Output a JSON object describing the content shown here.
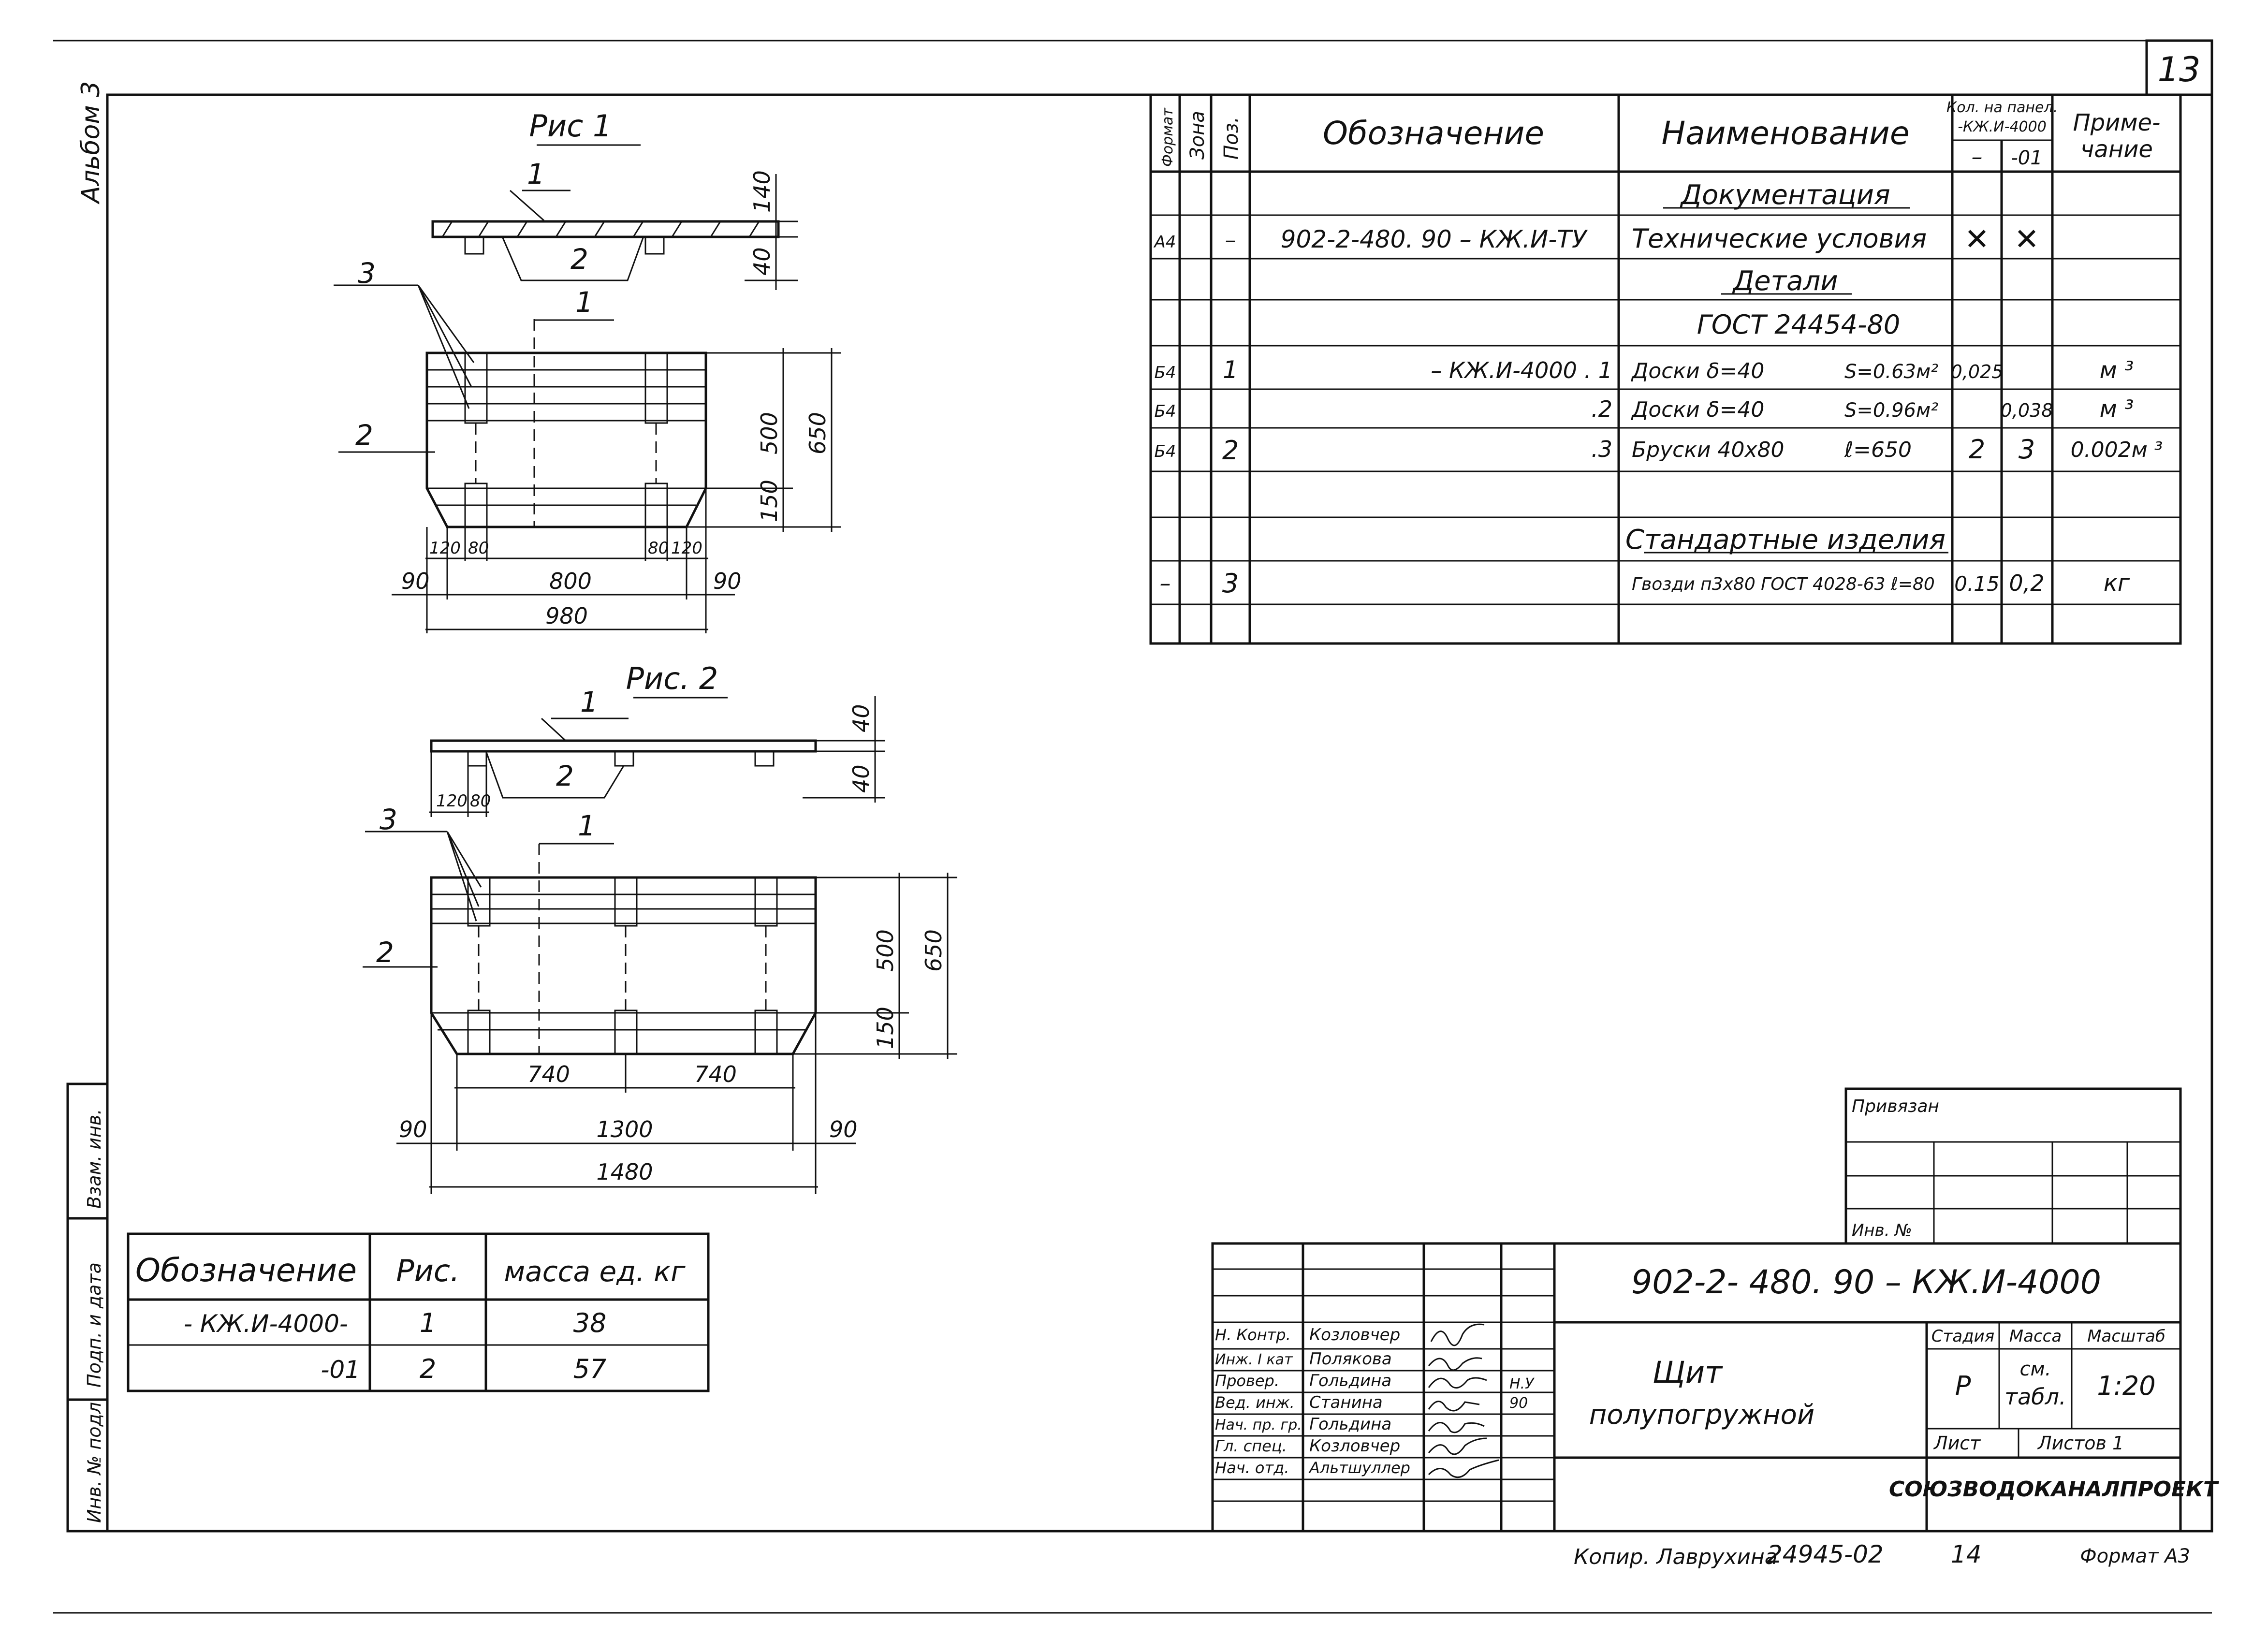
{
  "sheet": {
    "page_number": "13",
    "album_label": "Альбом 3",
    "fig1_title": "Рис 1",
    "fig2_title": "Рис. 2"
  },
  "fig1": {
    "dim_140": "140",
    "dim_40": "40",
    "dim_500": "500",
    "dim_650": "650",
    "dim_150": "150",
    "dim_120a": "120",
    "dim_80a": "80",
    "dim_80b": "80",
    "dim_120b": "120",
    "dim_90a": "90",
    "dim_800": "800",
    "dim_90b": "90",
    "dim_980": "980",
    "pos1_top": "1",
    "pos2_top": "2",
    "pos3": "3",
    "pos1_plan": "1",
    "pos2_plan": "2"
  },
  "fig2": {
    "dim_40a": "40",
    "dim_40b": "40",
    "dim_120": "120",
    "dim_80": "80",
    "dim_500": "500",
    "dim_650": "650",
    "dim_150": "150",
    "dim_740a": "740",
    "dim_740b": "740",
    "dim_90a": "90",
    "dim_1300": "1300",
    "dim_90b": "90",
    "dim_1480": "1480",
    "pos1_top": "1",
    "pos2_top": "2",
    "pos3": "3",
    "pos1_plan": "1",
    "pos2_plan": "2"
  },
  "spec": {
    "headers": {
      "format": "Формат",
      "zone": "Зона",
      "pos": "Поз.",
      "designation": "Обозначение",
      "name": "Наименование",
      "qty_title": "Кол. на панел.",
      "qty_sub": "-КЖ.И-4000",
      "qty_col1": "–",
      "qty_col2": "-01",
      "note1": "Приме-",
      "note2": "чание"
    },
    "rows": [
      {
        "format": "",
        "zone": "",
        "pos": "",
        "designation": "",
        "name": "Документация",
        "s": "",
        "q1": "",
        "q2": "",
        "note": ""
      },
      {
        "format": "А4",
        "zone": "",
        "pos": "–",
        "designation": "902-2-480. 90 – КЖ.И-ТУ",
        "name": "Технические условия",
        "s": "",
        "q1": "✕",
        "q2": "✕",
        "note": ""
      },
      {
        "format": "",
        "zone": "",
        "pos": "",
        "designation": "",
        "name": "Детали",
        "s": "",
        "q1": "",
        "q2": "",
        "note": ""
      },
      {
        "format": "",
        "zone": "",
        "pos": "",
        "designation": "",
        "name": "ГОСТ 24454-80",
        "s": "",
        "q1": "",
        "q2": "",
        "note": ""
      },
      {
        "format": "Б4",
        "zone": "",
        "pos": "1",
        "designation": "– КЖ.И-4000 . 1",
        "name": "Доски δ=40",
        "s": "S=0.63м²",
        "q1": "0,025",
        "q2": "",
        "note": "м ³"
      },
      {
        "format": "Б4",
        "zone": "",
        "pos": "",
        "designation": ".2",
        "name": "Доски δ=40",
        "s": "S=0.96м²",
        "q1": "",
        "q2": "0,038",
        "note": "м ³"
      },
      {
        "format": "Б4",
        "zone": "",
        "pos": "2",
        "designation": ".3",
        "name": "Бруски 40х80",
        "s": "ℓ=650",
        "q1": "2",
        "q2": "3",
        "note": "0.002м ³"
      },
      {
        "format": "",
        "zone": "",
        "pos": "",
        "designation": "",
        "name": "",
        "s": "",
        "q1": "",
        "q2": "",
        "note": ""
      },
      {
        "format": "",
        "zone": "",
        "pos": "",
        "designation": "",
        "name": "Стандартные изделия",
        "s": "",
        "q1": "",
        "q2": "",
        "note": ""
      },
      {
        "format": "–",
        "zone": "",
        "pos": "3",
        "designation": "",
        "name": "Гвозди п3х80 ГОСТ 4028-63 ℓ=80",
        "s": "",
        "q1": "0.15",
        "q2": "0,2",
        "note": "кг"
      },
      {
        "format": "",
        "zone": "",
        "pos": "",
        "designation": "",
        "name": "",
        "s": "",
        "q1": "",
        "q2": "",
        "note": ""
      }
    ]
  },
  "mass_table": {
    "headers": [
      "Обозначение",
      "Рис.",
      "масса ед. кг"
    ],
    "rows": [
      [
        "- КЖ.И-4000-",
        "1",
        "38"
      ],
      [
        "-01",
        "2",
        "57"
      ]
    ]
  },
  "left_strip": [
    "Взам. инв.",
    "Подп. и дата",
    "Инв. № подл."
  ],
  "tie_block": {
    "title": "Привязан",
    "inv": "Инв. №"
  },
  "title_block": {
    "code": "902-2- 480. 90 – КЖ.И-4000",
    "name1": "Щит",
    "name2": "полупогружной",
    "stage_label": "Стадия",
    "mass_label": "Масса",
    "scale_label": "Масштаб",
    "stage": "Р",
    "mass1": "см.",
    "mass2": "табл.",
    "scale": "1:20",
    "sheet_label": "Лист",
    "sheets_label": "Листов 1",
    "org": "СОЮЗВОДОКАНАЛПРОЕКТ",
    "nv1": "Н.У",
    "nv2": "90",
    "signers": [
      {
        "role": "Н. Контр.",
        "name": "Козловчер"
      },
      {
        "role": "Инж. I кат",
        "name": "Полякова"
      },
      {
        "role": "Провер.",
        "name": "Гольдина"
      },
      {
        "role": "Вед. инж.",
        "name": "Станина"
      },
      {
        "role": "Нач. пр. гр.",
        "name": "Гольдина"
      },
      {
        "role": "Гл. спец.",
        "name": "Козловчер"
      },
      {
        "role": "Нач. отд.",
        "name": "Альтшуллер"
      }
    ]
  },
  "footer": {
    "copy": "Копир. Лаврухина",
    "num": "24945-02",
    "page": "14",
    "format": "Формат А3"
  }
}
